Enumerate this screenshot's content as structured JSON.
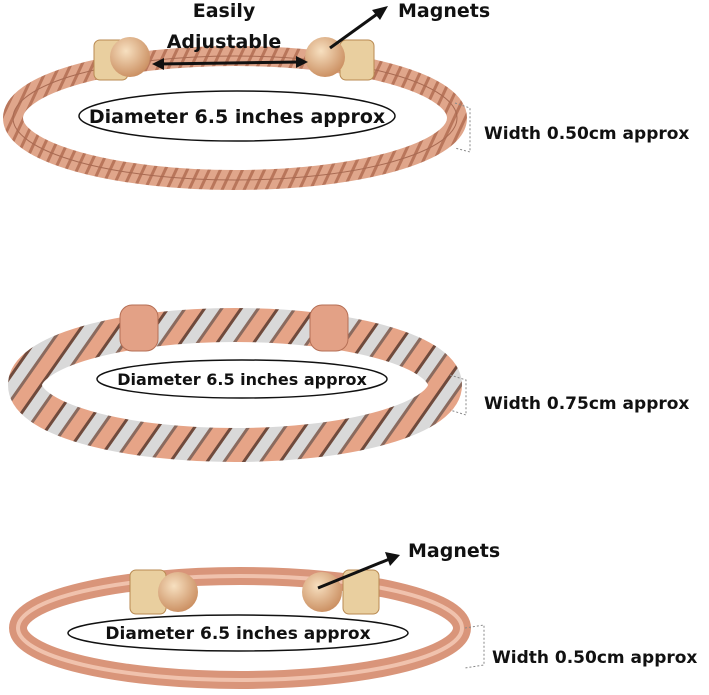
{
  "bracelet1": {
    "adjustable_label_line1": "Easily",
    "adjustable_label_line2": "Adjustable",
    "magnets_label": "Magnets",
    "diameter_label": "Diameter 6.5 inches approx",
    "width_label": "Width 0.50cm approx"
  },
  "bracelet2": {
    "diameter_label": "Diameter 6.5 inches approx",
    "width_label": "Width 0.75cm approx"
  },
  "bracelet3": {
    "magnets_label": "Magnets",
    "diameter_label": "Diameter 6.5 inches approx",
    "width_label": "Width 0.50cm approx"
  },
  "colors": {
    "copper": "#d99a7e",
    "copper_dark": "#b86e52",
    "silver": "#d8d8d8",
    "gold": "#e8c28a"
  }
}
